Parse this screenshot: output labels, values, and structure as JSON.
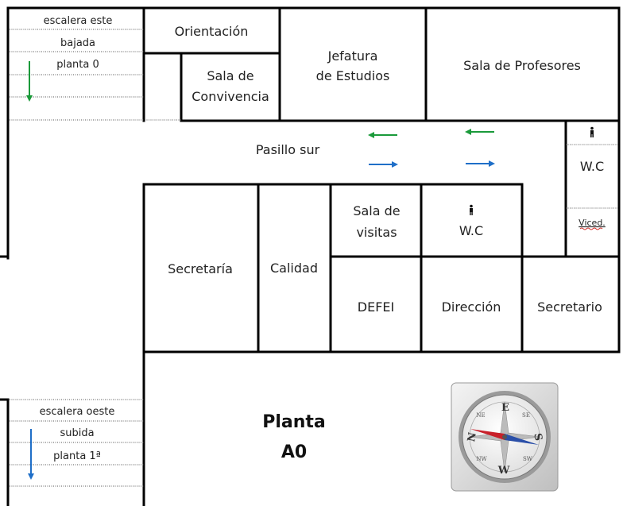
{
  "rooms": {
    "orientacion": "Orientación",
    "jefatura_1": "Jefatura",
    "jefatura_2": "de Estudios",
    "sala_profesores": "Sala de Profesores",
    "convivencia_1": "Sala de",
    "convivencia_2": "Convivencia",
    "pasillo": "Pasillo sur",
    "wc_top": "W.C",
    "viced": "Viced.",
    "sala_visitas_1": "Sala de",
    "sala_visitas_2": "visitas",
    "wc_mid": "W.C",
    "secretaria": "Secretaría",
    "calidad": "Calidad",
    "defei": "DEFEI",
    "direccion": "Dirección",
    "secretario": "Secretario"
  },
  "stairs_east": {
    "line1": "escalera este",
    "line2": "bajada",
    "line3": "planta 0"
  },
  "stairs_west": {
    "line1": "escalera oeste",
    "line2": "subida",
    "line3": "planta 1ª"
  },
  "floor_label": {
    "line1": "Planta",
    "line2": "A0"
  },
  "compass": {
    "n": "N",
    "e": "E",
    "s": "S",
    "w": "W",
    "ne": "NE",
    "se": "SE",
    "sw": "SW",
    "nw": "NW"
  },
  "colors": {
    "arrow_green": "#1a9a3a",
    "arrow_blue": "#1f6fc8",
    "needle_red": "#c8202a",
    "needle_blue": "#2a4fa8"
  },
  "icons": {
    "wc_person": "person-icon"
  }
}
